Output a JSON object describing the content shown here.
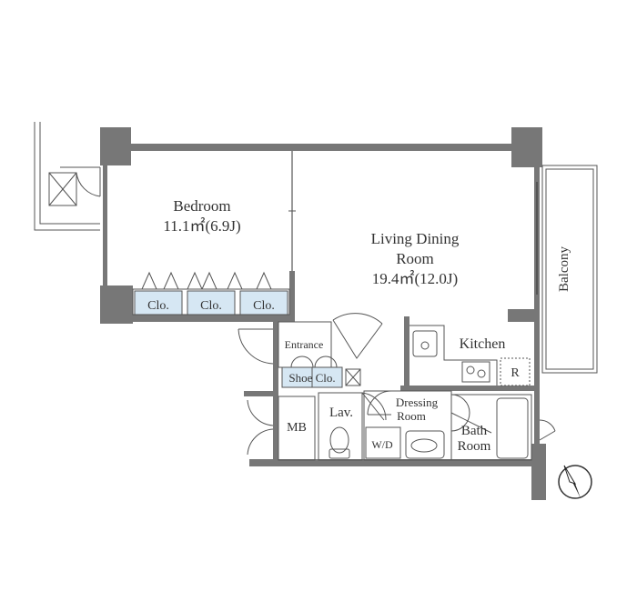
{
  "colors": {
    "wall": "#777777",
    "line": "#555555",
    "closet_fill": "#d6e7f3",
    "text": "#333333"
  },
  "rooms": {
    "bedroom": {
      "name": "Bedroom",
      "area": "11.1㎡(6.9J)"
    },
    "living": {
      "name_line1": "Living Dining",
      "name_line2": "Room",
      "area": "19.4㎡(12.0J)"
    },
    "balcony": "Balcony",
    "kitchen": "Kitchen",
    "refrigerator": "R",
    "entrance": "Entrance",
    "shoe_closet": "Shoe Clo.",
    "closets": [
      "Clo.",
      "Clo.",
      "Clo."
    ],
    "mb": "MB",
    "lavatory": "Lav.",
    "washer_dryer": "W/D",
    "dressing_line1": "Dressing",
    "dressing_line2": "Room",
    "bath_line1": "Bath",
    "bath_line2": "Room"
  },
  "icons": {
    "compass": "north-compass-icon",
    "stove": "stove-icon",
    "sink": "sink-icon",
    "toilet": "toilet-icon",
    "basin": "wash-basin-icon",
    "bathtub": "bathtub-icon"
  }
}
